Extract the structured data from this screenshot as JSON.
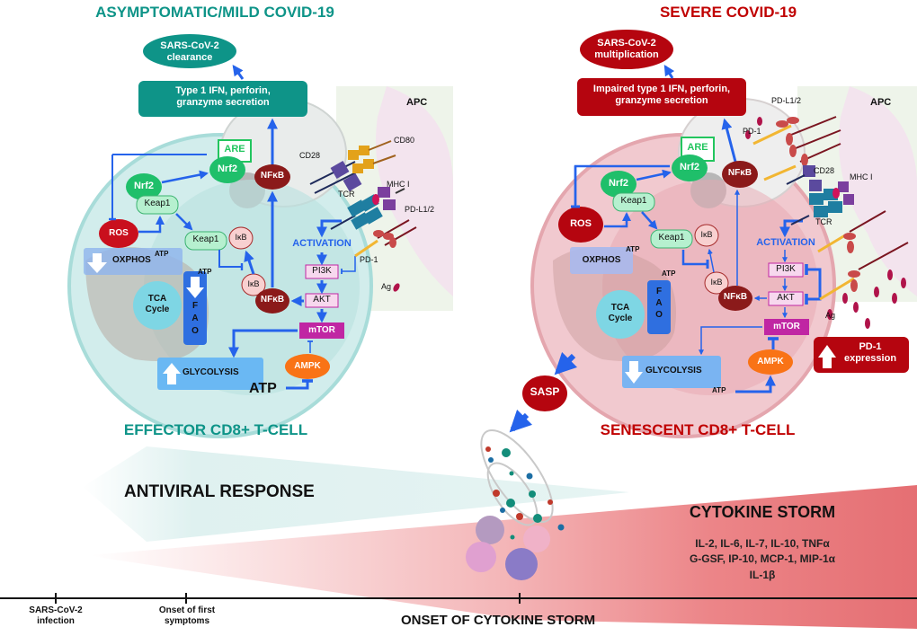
{
  "left_panel": {
    "title": "ASYMPTOMATIC/MILD COVID-19",
    "outcome": [
      "SARS-CoV-2",
      "clearance"
    ],
    "secretion": [
      "Type 1 IFN, perforin,",
      "granzyme secretion"
    ],
    "cell_label": "EFFECTOR CD8+ T-CELL",
    "apc": "APC",
    "receptors": {
      "cd80": "CD80",
      "cd28": "CD28",
      "mhc": "MHC I",
      "tcr": "TCR",
      "pdl1": "PD-L1/2",
      "pd1": "PD-1",
      "ag": "Ag"
    },
    "nodes": {
      "are": "ARE",
      "nrf2_nuc": "Nrf2",
      "nrf2": "Nrf2",
      "keap1_a": "Keap1",
      "keap1_b": "Keap1",
      "ros": "ROS",
      "ikb_a": "IκB",
      "ikb_b": "IκB",
      "nfkb_nuc": "NFκB",
      "nfkb": "NFκB",
      "activation": "ACTIVATION",
      "pi3k": "PI3K",
      "akt": "AKT",
      "mtor": "mTOR",
      "ampk": "AMPK",
      "oxphos": "OXPHOS",
      "tca": [
        "TCA",
        "Cycle"
      ],
      "fao": [
        "F",
        "A",
        "O"
      ],
      "glycolysis": "GLYCOLYSIS",
      "atp_small_1": "ATP",
      "atp_small_2": "ATP",
      "atp_big": "ATP"
    },
    "oxphos_direction": "down",
    "fao_direction": "down",
    "glycolysis_direction": "up"
  },
  "right_panel": {
    "title": "SEVERE COVID-19",
    "outcome": [
      "SARS-CoV-2",
      "multiplication"
    ],
    "secretion": [
      "Impaired type 1 IFN, perforin,",
      "granzyme secretion"
    ],
    "cell_label": "SENESCENT CD8+ T-CELL",
    "apc": "APC",
    "receptors": {
      "cd28": "CD28",
      "mhc": "MHC I",
      "tcr": "TCR",
      "pdl1": "PD-L1/2",
      "pd1": "PD-1",
      "ag": "Ag"
    },
    "nodes": {
      "are": "ARE",
      "nrf2_nuc": "Nrf2",
      "nrf2": "Nrf2",
      "keap1_a": "Keap1",
      "keap1_b": "Keap1",
      "ros": "ROS",
      "ikb_a": "IκB",
      "ikb_b": "IκB",
      "nfkb_nuc": "NFκB",
      "nfkb": "NFκB",
      "activation": "ACTIVATION",
      "pi3k": "PI3K",
      "akt": "AKT",
      "mtor": "mTOR",
      "ampk": "AMPK",
      "oxphos": "OXPHOS",
      "tca": [
        "TCA",
        "Cycle"
      ],
      "fao": [
        "F",
        "A",
        "O"
      ],
      "glycolysis": "GLYCOLYSIS",
      "atp_small_1": "ATP",
      "atp_small_2": "ATP",
      "atp_small_3": "ATP"
    },
    "glycolysis_direction": "down",
    "pd1_expression": [
      "PD-1",
      "expression"
    ],
    "pd1_direction": "up",
    "sasp": "SASP"
  },
  "bottom": {
    "antiviral": "ANTIVIRAL RESPONSE",
    "storm_title": "CYTOKINE STORM",
    "cytokines": [
      "IL-2, IL-6, IL-7, IL-10, TNFα",
      "G-GSF, IP-10, MCP-1, MIP-1α",
      "IL-1β"
    ],
    "timeline": {
      "infection": [
        "SARS-CoV-2",
        "infection"
      ],
      "symptoms": [
        "Onset of first",
        "symptoms"
      ],
      "storm": "ONSET OF CYTOKINE STORM"
    }
  },
  "colors": {
    "teal": "#0e9488",
    "red": "#c00000",
    "blue": "#2563eb",
    "green": "#22c55e",
    "magenta": "#c026a3",
    "orange": "#f97316"
  }
}
